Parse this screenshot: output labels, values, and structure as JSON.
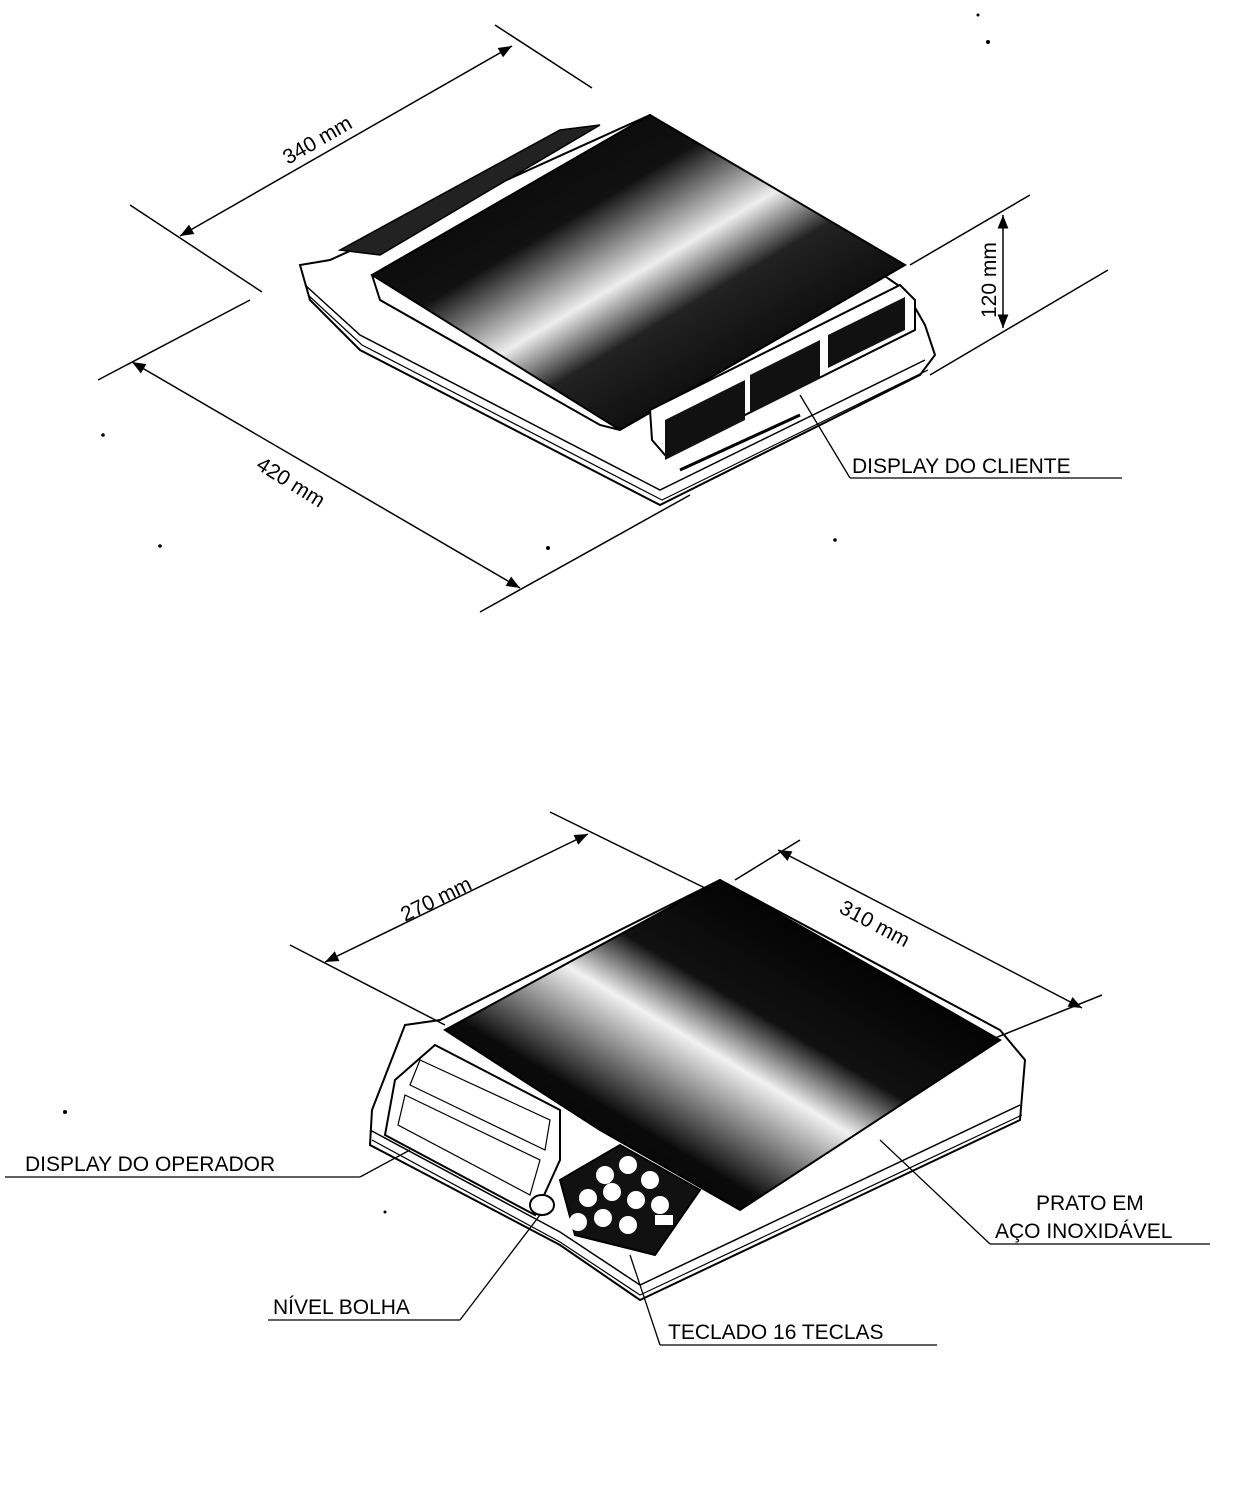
{
  "top_view": {
    "dimensions": {
      "depth": "340 mm",
      "width": "420 mm",
      "height": "120 mm"
    },
    "callouts": {
      "customer_display": "DISPLAY DO CLIENTE"
    }
  },
  "bottom_view": {
    "dimensions": {
      "depth": "270 mm",
      "width": "310 mm"
    },
    "callouts": {
      "operator_display": "DISPLAY DO OPERADOR",
      "bubble_level": "NÍVEL BOLHA",
      "keypad": "TECLADO 16 TECLAS",
      "platter_line1": "PRATO EM",
      "platter_line2": "AÇO INOXIDÁVEL"
    }
  },
  "colors": {
    "ink": "#000000",
    "paper": "#ffffff",
    "shade": "#1a1a1a"
  }
}
